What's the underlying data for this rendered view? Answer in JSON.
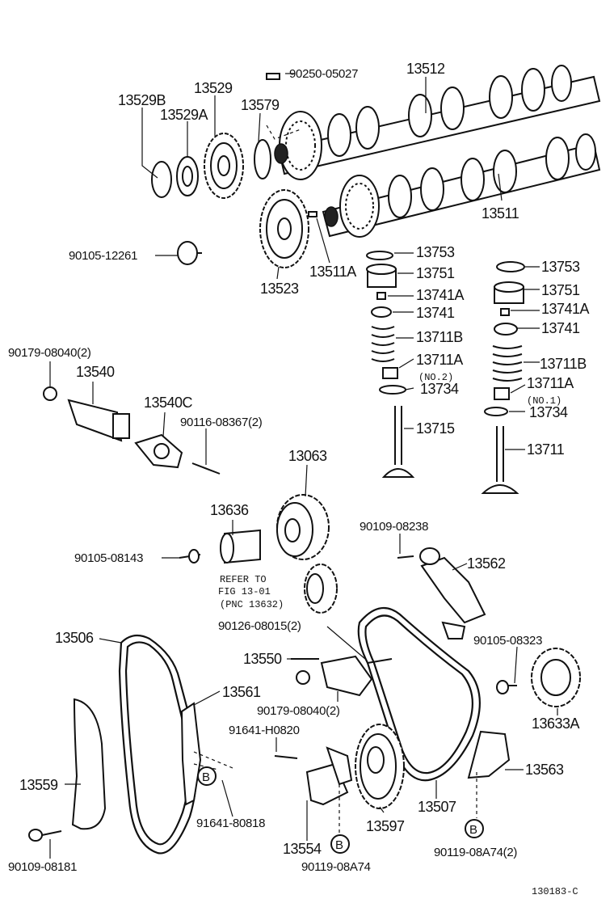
{
  "labels": {
    "p90250": "90250-05027",
    "p13512": "13512",
    "p13529B": "13529B",
    "p13529": "13529",
    "p13529A": "13529A",
    "p13579": "13579",
    "p13511": "13511",
    "p9010512261": "90105-12261",
    "p13523": "13523",
    "p13511A": "13511A",
    "p13753a": "13753",
    "p13751a": "13751",
    "p13741Aa": "13741A",
    "p13741a": "13741",
    "p13711Ba": "13711B",
    "p13711Aa": "13711A",
    "no2": "(NO.2)",
    "p13734a": "13734",
    "p13715": "13715",
    "p13753b": "13753",
    "p13751b": "13751",
    "p13741Ab": "13741A",
    "p13741b": "13741",
    "p13711Bb": "13711B",
    "p13711Ab": "13711A",
    "no1": "(NO.1)",
    "p13734b": "13734",
    "p13711": "13711",
    "p9017908040a": "90179-08040(2)",
    "p13540": "13540",
    "p13540C": "13540C",
    "p9011608367": "90116-08367(2)",
    "p13063": "13063",
    "p13636": "13636",
    "p9010508143": "90105-08143",
    "refer1": "REFER TO",
    "refer2": "FIG 13-01",
    "refer3": "(PNC 13632)",
    "p9010908238": "90109-08238",
    "p13562": "13562",
    "p13506": "13506",
    "p9012608015": "90126-08015(2)",
    "p9010508323": "90105-08323",
    "p13550": "13550",
    "p13561": "13561",
    "p9017908040b": "90179-08040(2)",
    "p13633A": "13633A",
    "p91641H0820": "91641-H0820",
    "p13559": "13559",
    "p13563": "13563",
    "calloutB1": "B",
    "calloutB2": "B",
    "calloutB3": "B",
    "p9164180818": "91641-80818",
    "p13507": "13507",
    "p13597": "13597",
    "p13554": "13554",
    "p9010908181": "90109-08181",
    "p9011908A74a": "90119-08A74",
    "p9011908A74b": "90119-08A74(2)",
    "diagramId": "130183-C"
  }
}
